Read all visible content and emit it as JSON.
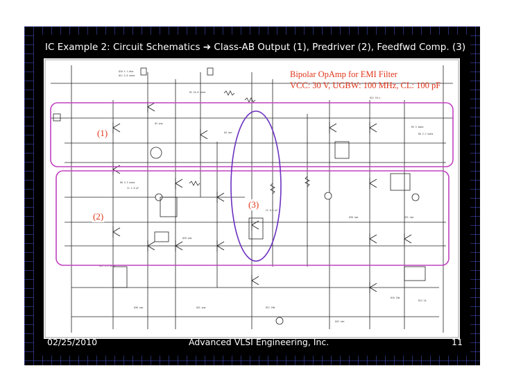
{
  "slide": {
    "title": "IC Example 2: Circuit Schematics ➔ Class-AB Output (1), Predriver (2), Feedfwd Comp. (3)",
    "annotation_line1": "Bipolar OpAmp for EMI Filter",
    "annotation_line2": "VCC: 30 V, UGBW: 100 MHz, CL: 100 pF",
    "region_labels": [
      "(1)",
      "(2)",
      "(3)"
    ],
    "footer": {
      "date": "02/25/2010",
      "organization": "Advanced VLSI Engineering, Inc.",
      "page_number": "11"
    }
  },
  "colors": {
    "background": "#000000",
    "grid": "#4650c8",
    "title_text": "#ffffff",
    "annotation": "#e0341a",
    "highlight_box": "#c040c0",
    "highlight_ellipse": "#6a2fbf"
  }
}
